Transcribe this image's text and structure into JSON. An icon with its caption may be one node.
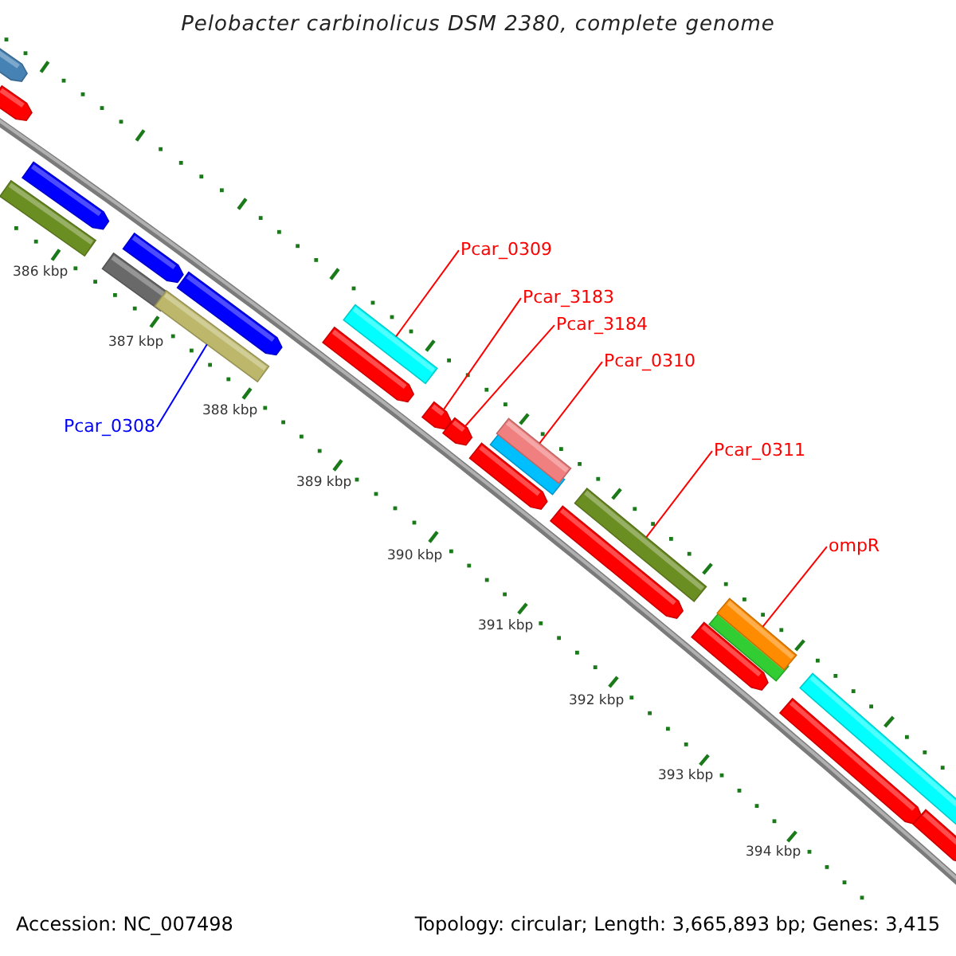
{
  "diagram": {
    "title": "Pelobacter carbinolicus DSM 2380, complete genome",
    "nodes": [
      {
        "text": [
          "Pcar_0309"
        ]
      },
      {
        "text": [
          "Pcar_3183"
        ]
      },
      {
        "text": [
          "Pcar_3184"
        ]
      },
      {
        "text": [
          "Pcar_0310"
        ]
      },
      {
        "text": [
          "Pcar_0308"
        ]
      },
      {
        "text": [
          "Pcar_0311"
        ]
      },
      {
        "text": [
          "ompR"
        ]
      },
      {
        "text": [],
        "shape": "bar"
      },
      {
        "text": [],
        "shape": "bar"
      },
      {
        "text": [],
        "shape": "bar"
      },
      {
        "text": [],
        "shape": "bar"
      },
      {
        "text": [],
        "shape": "bar"
      },
      {
        "text": [],
        "shape": "bar"
      },
      {
        "text": [],
        "shape": "bar"
      }
    ],
    "edges": [
      {
        "from": 0,
        "to": 7,
        "arrow": "none"
      },
      {
        "from": 1,
        "to": 8,
        "arrow": "none"
      },
      {
        "from": 2,
        "to": 9,
        "arrow": "none"
      },
      {
        "from": 3,
        "to": 10,
        "arrow": "none"
      },
      {
        "from": 4,
        "to": 11,
        "arrow": "none",
        "color": "#0000ff"
      },
      {
        "from": 5,
        "to": 12,
        "arrow": "none"
      },
      {
        "from": 6,
        "to": 13,
        "arrow": "none"
      }
    ],
    "labels": [
      "386 kbp",
      "387 kbp",
      "388 kbp",
      "389 kbp",
      "390 kbp",
      "391 kbp",
      "392 kbp",
      "393 kbp",
      "394 kbp",
      "Accession: NC_007498",
      "Topology: circular; Length: 3,665,893 bp; Genes: 3,415"
    ]
  }
}
